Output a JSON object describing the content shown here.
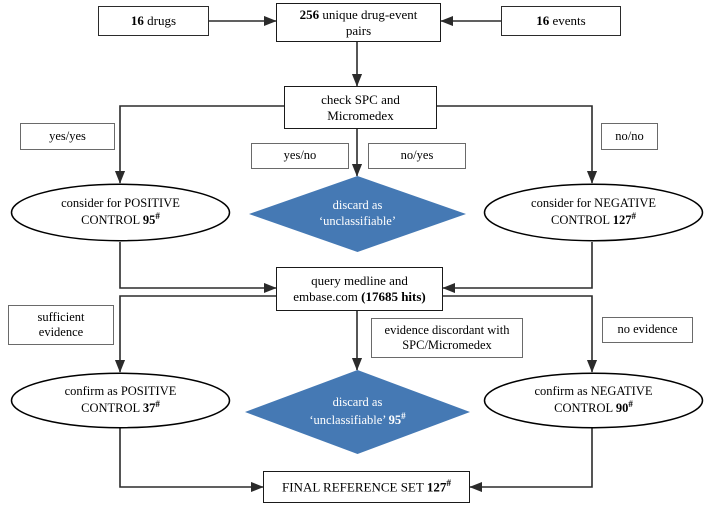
{
  "diagram": {
    "title": "Reference set construction flowchart",
    "accent_color": "#4579b4",
    "line_color": "#2b2b2b",
    "background": "#ffffff"
  },
  "nodes": {
    "drugs": {
      "label": "16 drugs",
      "bold_part": "16",
      "rest": " drugs"
    },
    "pairs": {
      "line1_bold": "256",
      "line1_rest": " unique drug-event",
      "line2": "pairs"
    },
    "events": {
      "bold_part": "16",
      "rest": " events"
    },
    "check_spc": {
      "line1": "check SPC and",
      "line2": "Micromedex"
    },
    "yes_yes": {
      "label": "yes/yes"
    },
    "yes_no": {
      "label": "yes/no"
    },
    "no_yes": {
      "label": "no/yes"
    },
    "no_no": {
      "label": "no/no"
    },
    "consider_positive": {
      "line1": "consider for POSITIVE",
      "line2_text": "CONTROL ",
      "line2_num": "95",
      "line2_sup": "#"
    },
    "consider_negative": {
      "line1": "consider for NEGATIVE",
      "line2_text": "CONTROL ",
      "line2_num": "127",
      "line2_sup": "#"
    },
    "discard_top": {
      "line1": "discard as",
      "line2": "‘unclassifiable’"
    },
    "query": {
      "line1": "query medline and",
      "line2_rest": "embase.com ",
      "line2_bold": "(17685 hits)"
    },
    "sufficient_evidence": {
      "line1": "sufficient",
      "line2": "evidence"
    },
    "evidence_discordant": {
      "line1": "evidence discordant with",
      "line2": "SPC/Micromedex"
    },
    "no_evidence": {
      "label": "no evidence"
    },
    "confirm_positive": {
      "line1": "confirm as POSITIVE",
      "line2_text": "CONTROL ",
      "line2_num": "37",
      "line2_sup": "#"
    },
    "confirm_negative": {
      "line1": "confirm as NEGATIVE",
      "line2_text": "CONTROL ",
      "line2_num": "90",
      "line2_sup": "#"
    },
    "discard_bottom": {
      "line1": "discard as",
      "line2_text": "‘unclassifiable’ ",
      "line2_num": "95",
      "line2_sup": "#"
    },
    "final": {
      "text": "FINAL REFERENCE SET ",
      "num": "127",
      "sup": "#"
    }
  }
}
